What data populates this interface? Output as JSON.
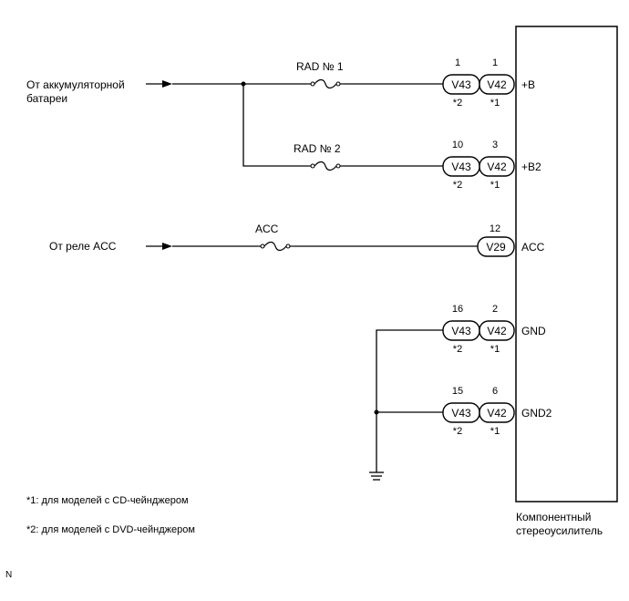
{
  "sources": {
    "battery_line1": "От аккумуляторной",
    "battery_line2": "батареи",
    "acc_relay": "От реле ACC"
  },
  "fuses": {
    "rad1": "RAD № 1",
    "rad2": "RAD № 2",
    "acc": "ACC"
  },
  "rows": [
    {
      "signal": "+B",
      "pin_v43": "1",
      "pin_v42": "1",
      "conn_a": "V43",
      "conn_b": "V42",
      "mark_a": "*2",
      "mark_b": "*1"
    },
    {
      "signal": "+B2",
      "pin_v43": "10",
      "pin_v42": "3",
      "conn_a": "V43",
      "conn_b": "V42",
      "mark_a": "*2",
      "mark_b": "*1"
    },
    {
      "signal": "ACC",
      "pin": "12",
      "conn": "V29"
    },
    {
      "signal": "GND",
      "pin_v43": "16",
      "pin_v42": "2",
      "conn_a": "V43",
      "conn_b": "V42",
      "mark_a": "*2",
      "mark_b": "*1"
    },
    {
      "signal": "GND2",
      "pin_v43": "15",
      "pin_v42": "6",
      "conn_a": "V43",
      "conn_b": "V42",
      "mark_a": "*2",
      "mark_b": "*1"
    }
  ],
  "component": {
    "line1": "Компонентный",
    "line2": "стереоусилитель"
  },
  "notes": {
    "note1": "*1: для моделей с CD-чейнджером",
    "note2": "*2: для моделей с DVD-чейнджером"
  },
  "corner_mark": "N"
}
